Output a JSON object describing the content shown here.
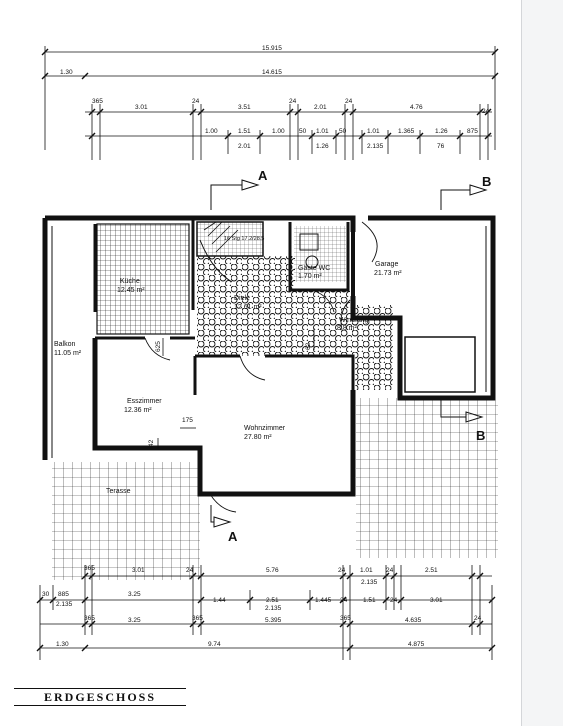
{
  "drawing": {
    "title": "ERDGESCHOSS",
    "section_markers": {
      "a_top": "A",
      "a_bottom": "A",
      "b_top": "B",
      "b_bottom": "B"
    },
    "rooms": {
      "kueche": {
        "name": "Küche",
        "area": "12.45 m²"
      },
      "diele": {
        "name": "Diele",
        "area": "12.61 m²"
      },
      "gaste_wc": {
        "name": "Gäste WC",
        "area": "1.70 m²"
      },
      "windfang": {
        "name": "Windfang",
        "area": "8.8 m²"
      },
      "garage": {
        "name": "Garage",
        "area": "21.73 m²"
      },
      "balkon": {
        "name": "Balkon",
        "area": "11.05 m²"
      },
      "esszimmer": {
        "name": "Esszimmer",
        "area": "12.36 m²"
      },
      "wohnzimmer": {
        "name": "Wohnzimmer",
        "area": "27.80 m²"
      },
      "terasse": {
        "name": "Terasse"
      }
    },
    "stair_label": "16 Stg 17.2/28.5",
    "top_dims": {
      "r1": [
        "15.915"
      ],
      "r2": [
        "1.30",
        "14.615"
      ],
      "r3": [
        "365",
        "3.01",
        "24",
        "3.51",
        "24",
        "2.01",
        "24",
        "4.76",
        "24"
      ],
      "r4": [
        "1.00",
        "1.51",
        "1.00",
        "50",
        "1.01",
        "50",
        "1.01",
        "1.365",
        "1.26",
        "875"
      ],
      "r5": [
        "2.01",
        "1.26",
        "2.135",
        "76"
      ]
    },
    "bottom_dims": {
      "r1": [
        "365",
        "3.01",
        "24",
        "5.76",
        "24",
        "1.01",
        "24",
        "2.51"
      ],
      "r2": [
        "2.135"
      ],
      "r3": [
        "30",
        "885",
        "3.25",
        "1.44",
        "2.51",
        "1.445",
        "24",
        "1.51",
        "24",
        "3.01"
      ],
      "r4": [
        "2.135",
        "2.135"
      ],
      "r5": [
        "365",
        "3.25",
        "365",
        "5.395",
        "365",
        "4.635",
        "24"
      ],
      "r6": [
        "1.30",
        "9.74",
        "4.875"
      ]
    },
    "inner_dims": [
      "625",
      "175",
      "42",
      "62"
    ]
  }
}
